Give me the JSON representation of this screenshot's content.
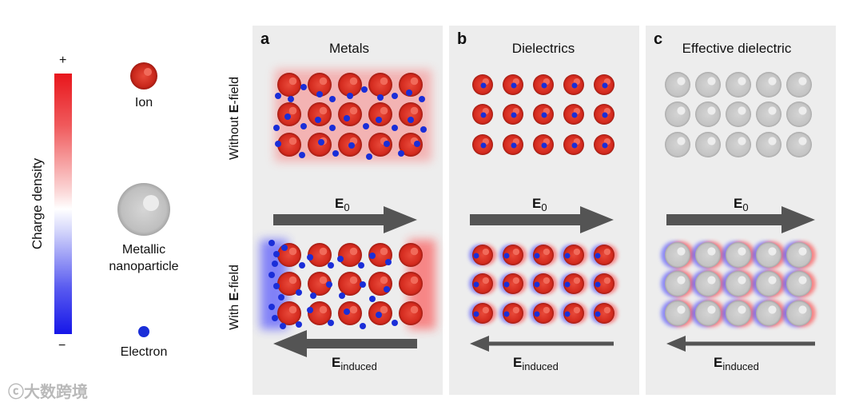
{
  "colorbar": {
    "plus": "+",
    "minus": "−",
    "label": "Charge density"
  },
  "legend": {
    "ion": {
      "label": "Ion",
      "icon": "ion-sphere"
    },
    "nanoparticle": {
      "label_line1": "Metallic",
      "label_line2": "nanoparticle",
      "icon": "metallic-nanoparticle-sphere"
    },
    "electron": {
      "label": "Electron",
      "icon": "electron-dot"
    }
  },
  "row_labels": {
    "without": {
      "prefix": "Without ",
      "bold": "E",
      "suffix": "-field"
    },
    "with": {
      "prefix": "With ",
      "bold": "E",
      "suffix": "-field"
    }
  },
  "panels": [
    {
      "letter": "a",
      "title": "Metals",
      "arrow_top": {
        "main": "E",
        "sub": "0"
      },
      "arrow_bottom": {
        "main": "E",
        "sub": "induced"
      }
    },
    {
      "letter": "b",
      "title": "Dielectrics",
      "arrow_top": {
        "main": "E",
        "sub": "0"
      },
      "arrow_bottom": {
        "main": "E",
        "sub": "induced"
      }
    },
    {
      "letter": "c",
      "title": "Effective dielectric",
      "arrow_top": {
        "main": "E",
        "sub": "0"
      },
      "arrow_bottom": {
        "main": "E",
        "sub": "induced"
      }
    }
  ],
  "colors": {
    "ion": "#d42a1e",
    "electron": "#1a2ed8",
    "nanoparticle": "#c4c4c4",
    "panel_bg": "#ededed",
    "arrow": "#545454"
  },
  "watermark": "大数跨境"
}
